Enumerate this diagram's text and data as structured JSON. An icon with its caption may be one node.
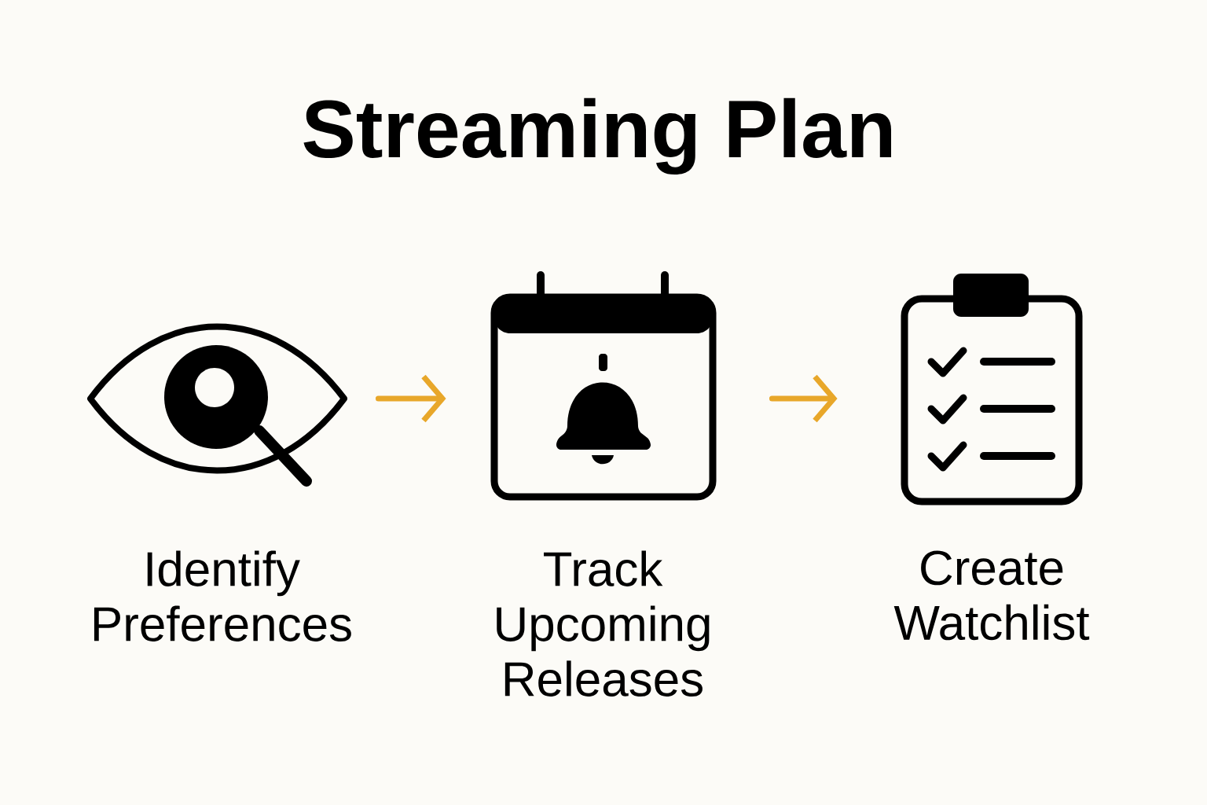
{
  "diagram": {
    "title": "Streaming Plan",
    "nodes": [
      {
        "text": [
          "Identify Preferences"
        ]
      },
      {
        "text": [
          "Track Upcoming Releases"
        ]
      },
      {
        "text": [
          "Create Watchlist"
        ]
      }
    ],
    "edges": [
      {
        "from": 0,
        "to": 1,
        "arrow": "to"
      },
      {
        "from": 1,
        "to": 2,
        "arrow": "to"
      }
    ]
  }
}
